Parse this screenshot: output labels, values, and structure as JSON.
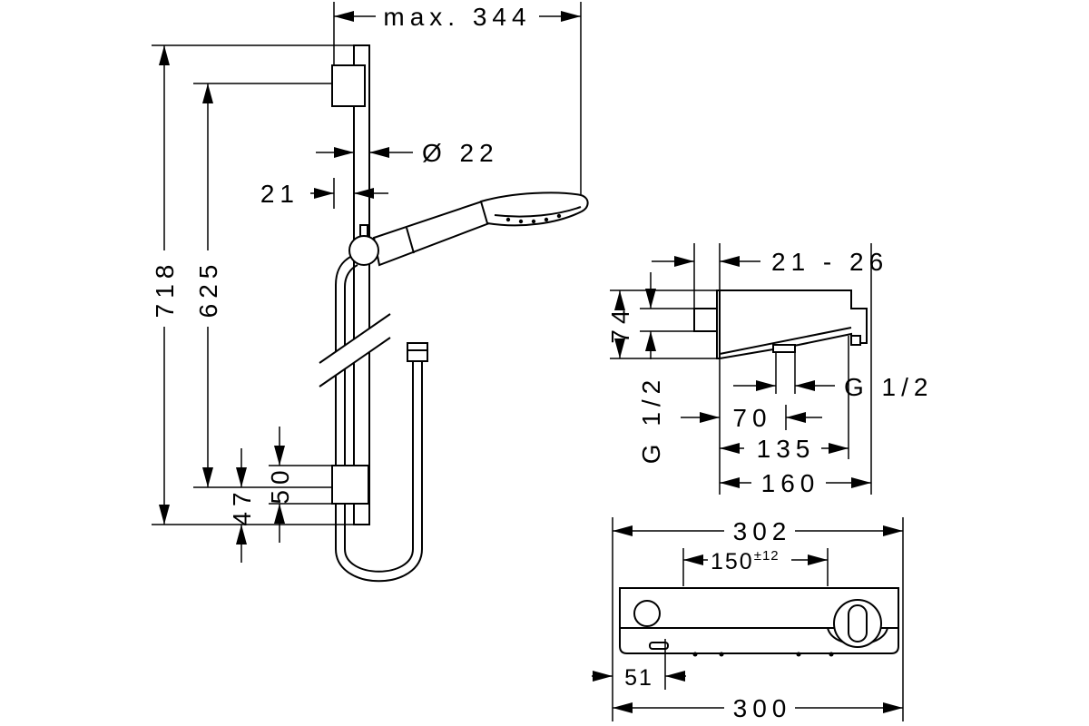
{
  "shower_set": {
    "max_width": "max. 344",
    "rail_diameter": "Ø 22",
    "rail_offset": "21",
    "total_height": "718",
    "bracket_spacing": "625",
    "bracket_height": "50",
    "bottom_offset": "47"
  },
  "thermostat_side": {
    "wall_projection": "21 - 26",
    "height": "74",
    "inlet_thread": "G 1/2",
    "outlet_thread": "G 1/2",
    "outlet_offset": "70",
    "depth_short": "135",
    "depth_long": "160"
  },
  "thermostat_front": {
    "overall_width": "302",
    "inlet_spacing": "150",
    "inlet_tolerance": "±12",
    "outlet_offset": "51",
    "base_width": "300"
  }
}
